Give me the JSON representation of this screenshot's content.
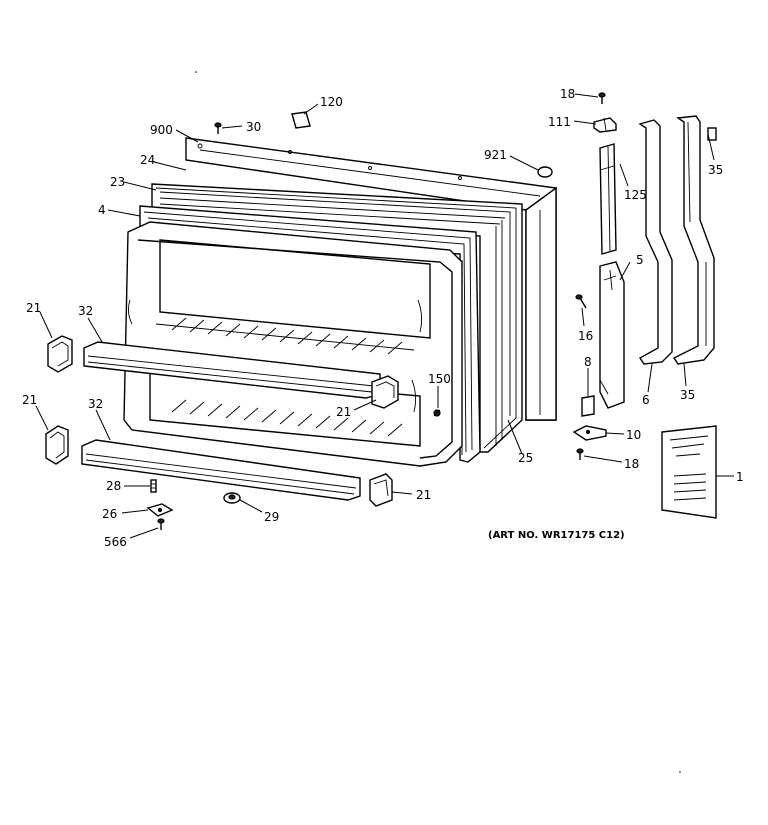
{
  "diagram": {
    "art_number": "(ART NO. WR17175 C12)",
    "callouts": {
      "c18_top": "18",
      "c120": "120",
      "c111": "111",
      "c900": "900",
      "c30": "30",
      "c921": "921",
      "c35_top": "35",
      "c24": "24",
      "c125": "125",
      "c23": "23",
      "c4": "4",
      "c5": "5",
      "c21_top": "21",
      "c32_top": "32",
      "c16": "16",
      "c8": "8",
      "c150": "150",
      "c21_mid": "21",
      "c6": "6",
      "c35_bottom": "35",
      "c21_left": "21",
      "c32_bottom": "32",
      "c10": "10",
      "c25": "25",
      "c18_bottom": "18",
      "c1": "1",
      "c28": "28",
      "c21_bottom": "21",
      "c26": "26",
      "c29": "29",
      "c566": "566"
    }
  }
}
